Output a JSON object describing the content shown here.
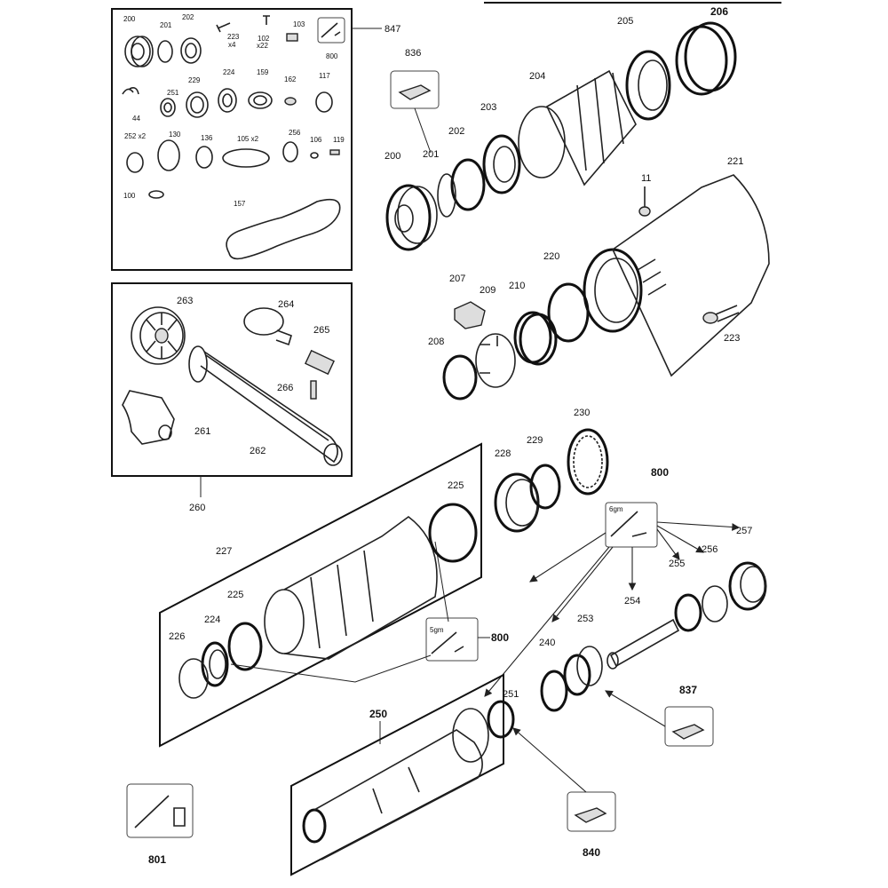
{
  "labels": {
    "l200a": "200",
    "l201a": "201",
    "l202a": "202",
    "l223a": "223",
    "x4": "x4",
    "l102": "102",
    "x22": "x22",
    "l103": "103",
    "l800a": "800",
    "l847": "847",
    "l229a": "229",
    "l224a": "224",
    "l159": "159",
    "l162": "162",
    "l117": "117",
    "l251a": "251",
    "l44": "44",
    "l252x2": "252 x2",
    "l130": "130",
    "l136": "136",
    "l105x2": "105 x2",
    "l256a": "256",
    "l106": "106",
    "l119": "119",
    "l100": "100",
    "l157": "157",
    "l836": "836",
    "l205": "205",
    "l206": "206",
    "l204": "204",
    "l203": "203",
    "l202b": "202",
    "l201b": "201",
    "l200b": "200",
    "l11": "11",
    "l221": "221",
    "l207": "207",
    "l209": "209",
    "l210": "210",
    "l220": "220",
    "l208": "208",
    "l223b": "223",
    "l263": "263",
    "l264": "264",
    "l265": "265",
    "l266": "266",
    "l261": "261",
    "l262": "262",
    "l260": "260",
    "l230": "230",
    "l229b": "229",
    "l228": "228",
    "l225a": "225",
    "l800b": "800",
    "g6": "6gm",
    "l257": "257",
    "l256b": "256",
    "l255": "255",
    "l254": "254",
    "l253": "253",
    "l240": "240",
    "l227": "227",
    "l225b": "225",
    "l224b": "224",
    "l226": "226",
    "g5": "5gm",
    "l800c": "800",
    "l837": "837",
    "l250": "250",
    "l251b": "251",
    "l840": "840",
    "l801": "801"
  }
}
